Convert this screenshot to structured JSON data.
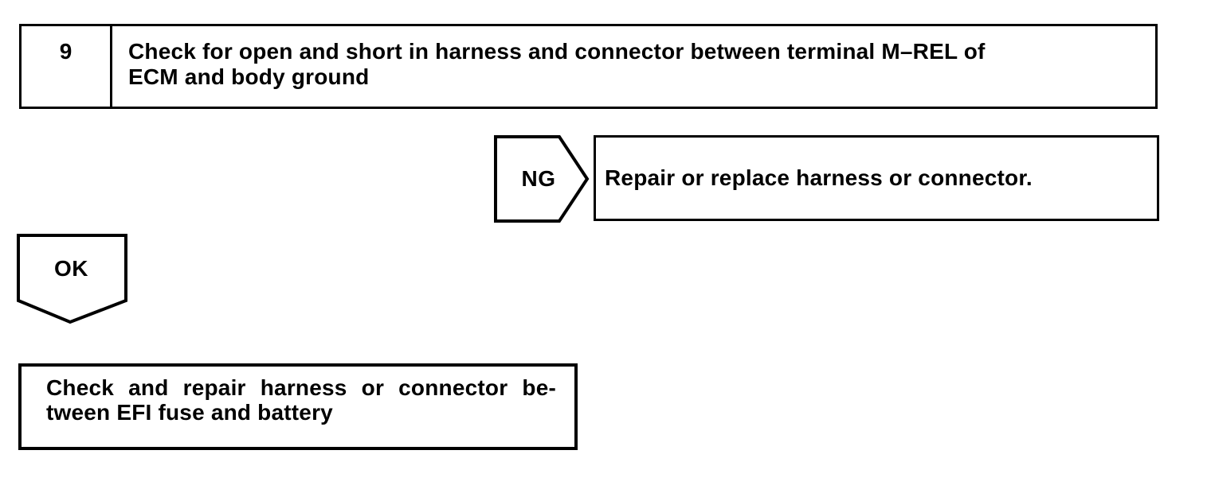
{
  "page": {
    "background_color": "#ffffff",
    "line_color": "#000000",
    "kind": "troubleshooting-flowchart"
  },
  "flowchart": {
    "step_box": {
      "number": "9",
      "instruction_lines": [
        "Check for open and short in harness and connector between terminal M–REL of",
        "ECM and body ground"
      ]
    },
    "ng_branch": {
      "connector_label": "NG",
      "action_text": "Repair or replace harness or connector."
    },
    "ok_branch": {
      "connector_label": "OK"
    },
    "result_box": {
      "lines": [
        "Check and repair harness or connector be-",
        "tween EFI fuse and battery"
      ]
    }
  }
}
